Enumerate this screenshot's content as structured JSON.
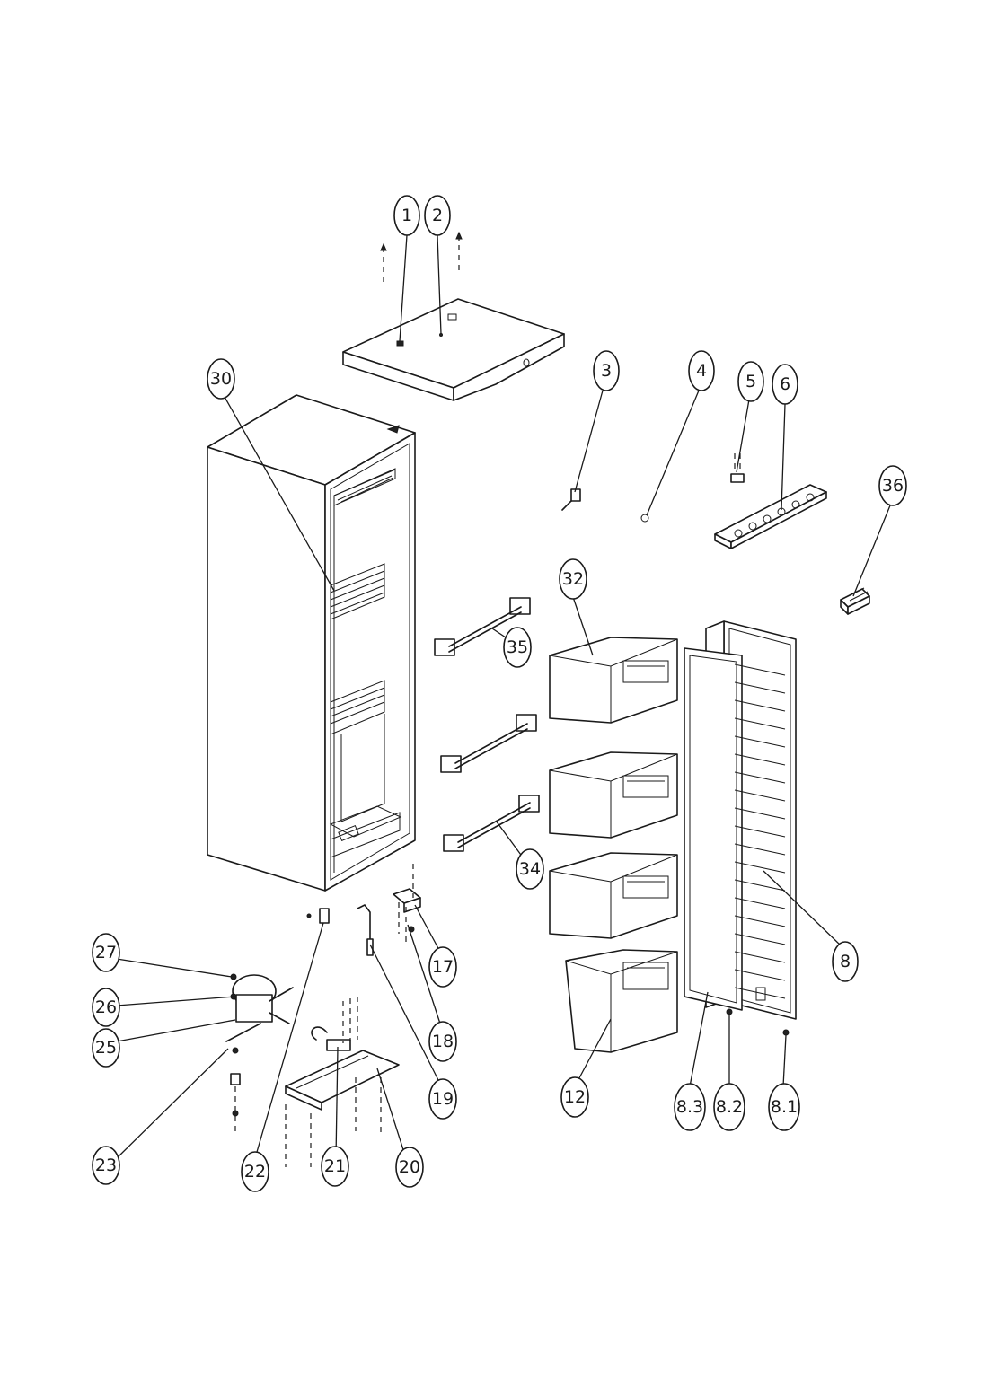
{
  "callouts": [
    {
      "id": "c1",
      "label": "1"
    },
    {
      "id": "c2",
      "label": "2"
    },
    {
      "id": "c3",
      "label": "3"
    },
    {
      "id": "c4",
      "label": "4"
    },
    {
      "id": "c5",
      "label": "5"
    },
    {
      "id": "c6",
      "label": "6"
    },
    {
      "id": "c36",
      "label": "36"
    },
    {
      "id": "c30",
      "label": "30"
    },
    {
      "id": "c32",
      "label": "32"
    },
    {
      "id": "c35",
      "label": "35"
    },
    {
      "id": "c34",
      "label": "34"
    },
    {
      "id": "c8",
      "label": "8"
    },
    {
      "id": "c17",
      "label": "17"
    },
    {
      "id": "c18",
      "label": "18"
    },
    {
      "id": "c19",
      "label": "19"
    },
    {
      "id": "c27",
      "label": "27"
    },
    {
      "id": "c26",
      "label": "26"
    },
    {
      "id": "c25",
      "label": "25"
    },
    {
      "id": "c23",
      "label": "23"
    },
    {
      "id": "c22",
      "label": "22"
    },
    {
      "id": "c21",
      "label": "21"
    },
    {
      "id": "c20",
      "label": "20"
    },
    {
      "id": "c12",
      "label": "12"
    },
    {
      "id": "c83",
      "label": "8.3"
    },
    {
      "id": "c82",
      "label": "8.2"
    },
    {
      "id": "c81",
      "label": "8.1"
    }
  ]
}
